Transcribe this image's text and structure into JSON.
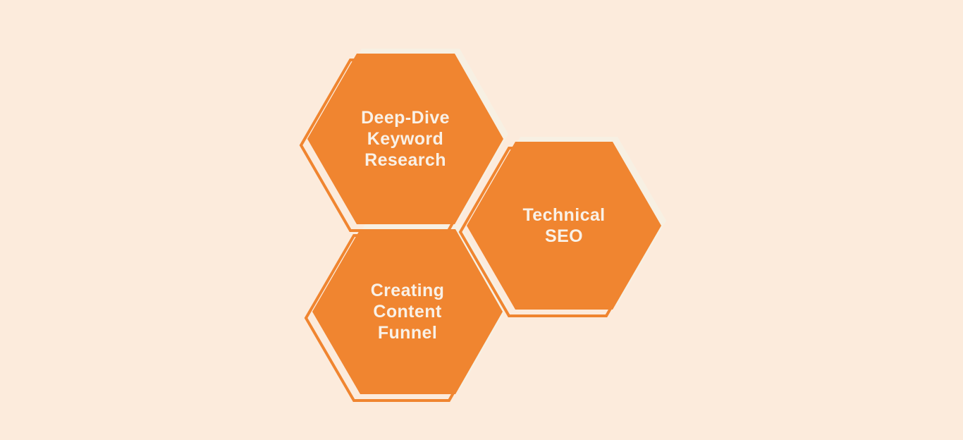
{
  "title": "SEO honeycomb diagram",
  "colors": {
    "background": "#FCEBDC",
    "hexagon_fill": "#F08530",
    "hexagon_outline": "#F08530",
    "shadow": "#F7F0E3",
    "text": "#F9F1E7"
  },
  "hexagons": [
    {
      "id": "deep-dive-keyword-research",
      "lines": [
        "Deep-Dive",
        "Keyword",
        "Research"
      ]
    },
    {
      "id": "technical-seo",
      "lines": [
        "Technical",
        "SEO"
      ]
    },
    {
      "id": "creating-content-funnel",
      "lines": [
        "Creating",
        "Content",
        "Funnel"
      ]
    }
  ]
}
